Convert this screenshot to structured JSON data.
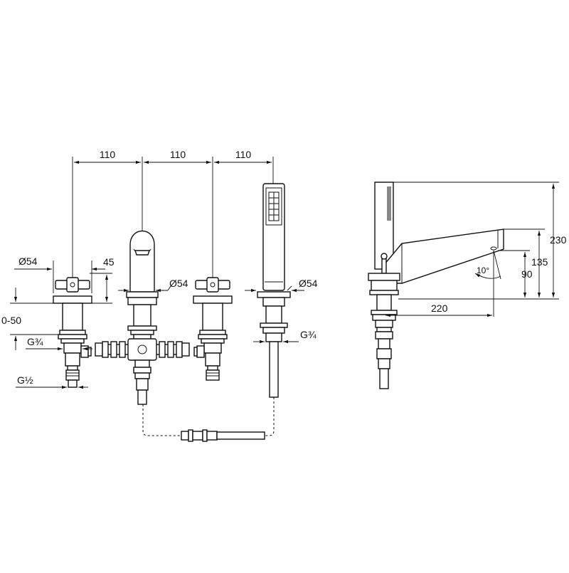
{
  "dimensions": {
    "spacing": [
      "110",
      "110",
      "110"
    ],
    "dia_left_valve": "Ø54",
    "dia_spout": "Ø54",
    "dia_shower": "Ø54",
    "handle_height": "45",
    "adjust_range": "0-50",
    "thread_upper_left": "G¾",
    "thread_lower_left": "G½",
    "thread_shower": "G¾",
    "side_height_total": "230",
    "side_height_spout": "135",
    "side_height_outlet": "90",
    "side_angle": "10°",
    "side_projection": "220"
  }
}
